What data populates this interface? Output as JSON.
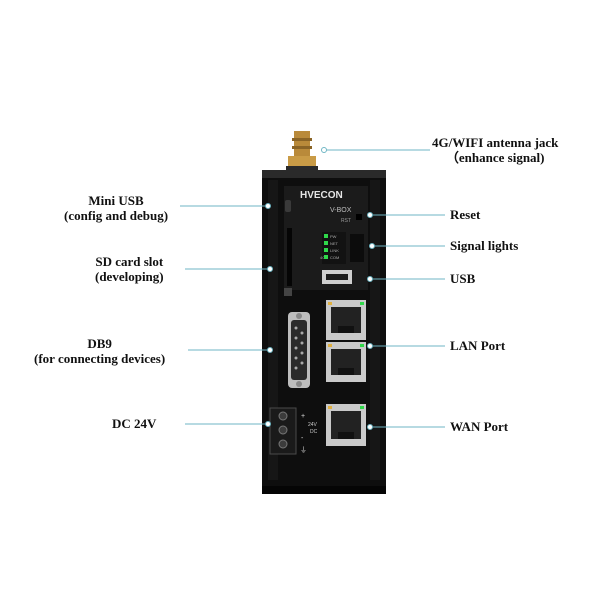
{
  "device": {
    "logo": "HVECON",
    "model": "V-BOX",
    "rst_label": "RST",
    "led_labels": [
      "PW",
      "NET",
      "LINK",
      "COM"
    ],
    "led_prefix": "4G",
    "power_marks": [
      "+",
      "24V",
      "DC",
      "-"
    ],
    "colors": {
      "body": "#0e0e0e",
      "panel": "#1c1c1c",
      "callout_line": "#6fb6c4",
      "port_metal": "#c9c9c9",
      "led_green": "#2fd84a"
    }
  },
  "callouts": {
    "antenna": {
      "line1": "4G/WIFI antenna jack",
      "line2": "（enhance signal)"
    },
    "mini_usb": {
      "line1": "Mini USB",
      "line2": "(config and debug)"
    },
    "sd_card": {
      "line1": "SD card slot",
      "line2": "(developing)"
    },
    "db9": {
      "line1": "DB9",
      "line2": "(for connecting devices)"
    },
    "dc": {
      "line1": "DC 24V"
    },
    "reset": {
      "line1": "Reset"
    },
    "signal_lights": {
      "line1": "Signal lights"
    },
    "usb": {
      "line1": "USB"
    },
    "lan": {
      "line1": "LAN Port"
    },
    "wan": {
      "line1": "WAN Port"
    }
  }
}
